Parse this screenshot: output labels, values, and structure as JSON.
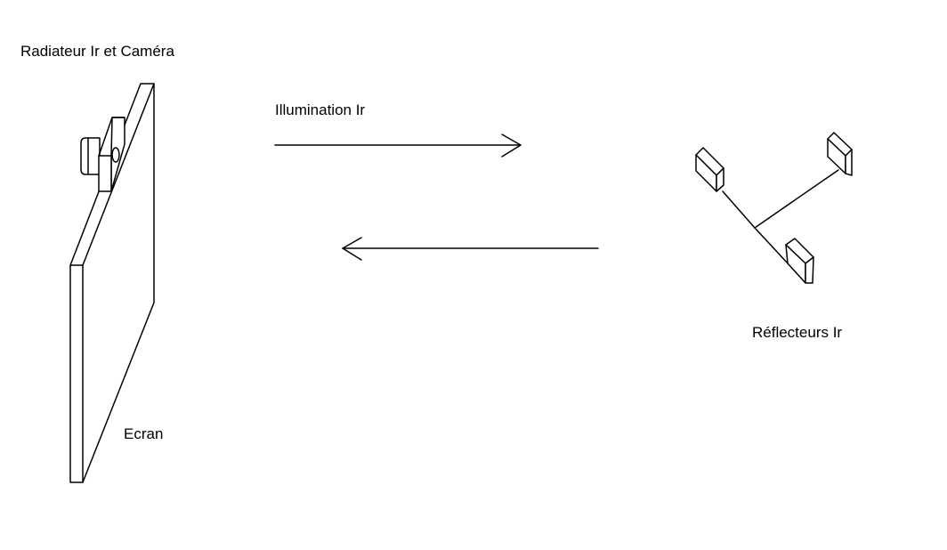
{
  "labels": {
    "source": "Radiateur Ir et Caméra",
    "illumination": "Illumination Ir",
    "reflectors": "Réflecteurs Ir",
    "screen": "Ecran"
  },
  "colors": {
    "stroke": "#000000",
    "background": "#ffffff"
  }
}
